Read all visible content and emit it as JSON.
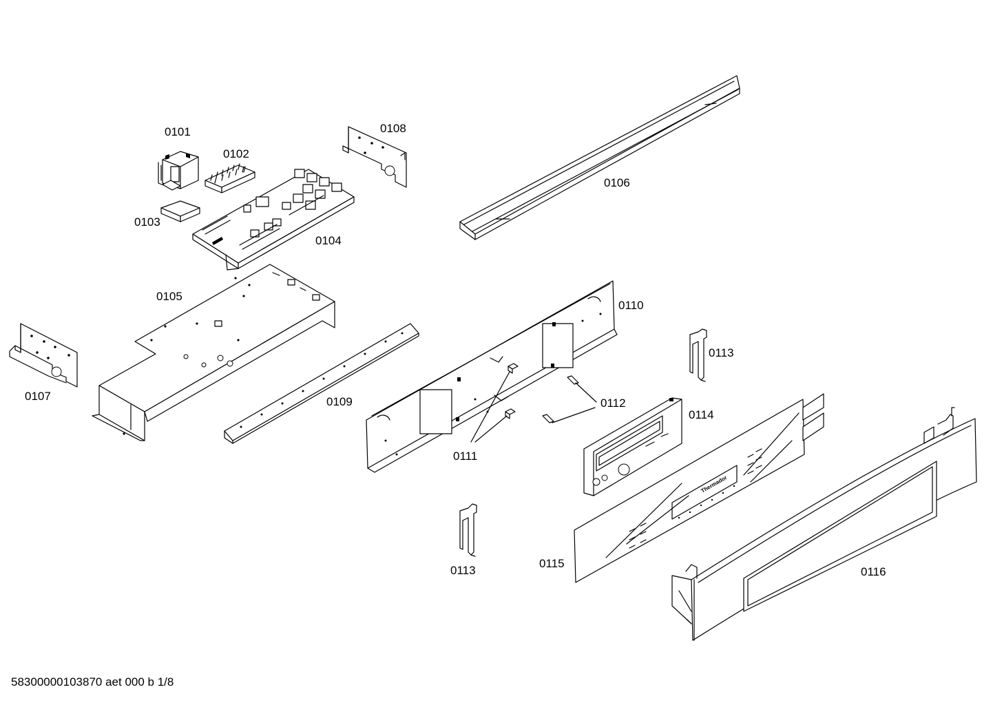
{
  "diagram": {
    "labels": {
      "p0101": "0101",
      "p0102": "0102",
      "p0103": "0103",
      "p0104": "0104",
      "p0105": "0105",
      "p0106": "0106",
      "p0107": "0107",
      "p0108": "0108",
      "p0109": "0109",
      "p0110": "0110",
      "p0111": "0111",
      "p0112": "0112",
      "p0113a": "0113",
      "p0113b": "0113",
      "p0114": "0114",
      "p0115": "0115",
      "p0116": "0116"
    },
    "brand_text": "Thermador"
  },
  "footer": {
    "document_code": "58300000103870 aet 000 b 1/8"
  }
}
